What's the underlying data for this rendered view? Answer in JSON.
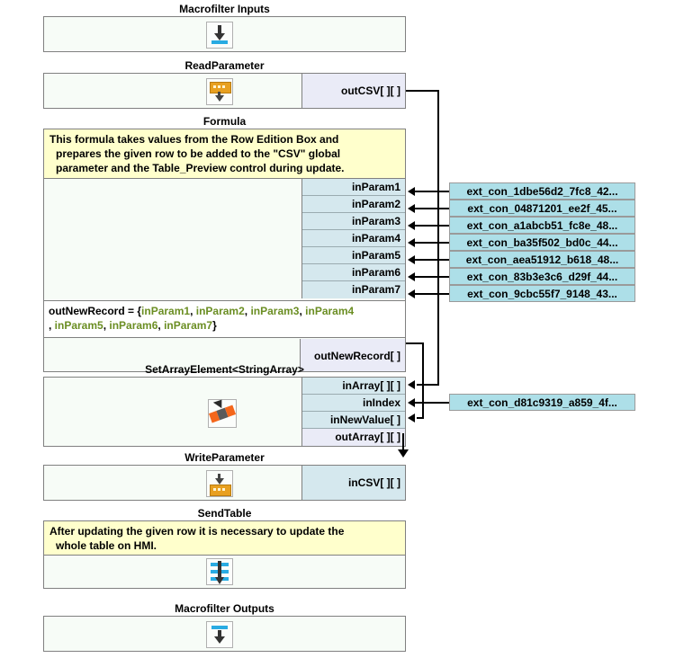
{
  "diagram": {
    "title": "Macrofilter program flow",
    "colors": {
      "input_port": "#d5e8ee",
      "output_port": "#eaebf7",
      "connector_chip": "#addfe8",
      "comment": "#ffffcc",
      "block_body": "#f7fcf7",
      "wire": "#000000",
      "param_text": "#6b8e23"
    }
  },
  "blocks": [
    {
      "id": "macrofilter-inputs",
      "title": "Macrofilter Inputs",
      "icon": "macrofilter-inputs-icon",
      "ports": []
    },
    {
      "id": "read-parameter",
      "title": "ReadParameter",
      "icon": "read-parameter-icon",
      "ports": [
        {
          "name": "outCSV[ ][ ]",
          "kind": "out"
        }
      ]
    },
    {
      "id": "formula",
      "title": "Formula",
      "icon": null,
      "comment": [
        "This formula takes values from the Row Edition Box and",
        "prepares the given row to be added to the \"CSV\" global",
        "parameter and the Table_Preview control during update."
      ],
      "ports": [
        {
          "name": "inParam1",
          "kind": "in"
        },
        {
          "name": "inParam2",
          "kind": "in"
        },
        {
          "name": "inParam3",
          "kind": "in"
        },
        {
          "name": "inParam4",
          "kind": "in"
        },
        {
          "name": "inParam5",
          "kind": "in"
        },
        {
          "name": "inParam6",
          "kind": "in"
        },
        {
          "name": "inParam7",
          "kind": "in"
        }
      ],
      "expression": {
        "lhs": "outNewRecord",
        "eq": " = {",
        "line1_params": [
          "inParam1",
          "inParam2",
          "inParam3",
          "inParam4"
        ],
        "line2_params": [
          "inParam5",
          "inParam6",
          "inParam7"
        ],
        "line2_prefix": ", ",
        "close": "}"
      },
      "out_ports": [
        {
          "name": "outNewRecord[ ]",
          "kind": "out"
        }
      ]
    },
    {
      "id": "set-array-element",
      "title": "SetArrayElement<StringArray>",
      "icon": "set-array-element-icon",
      "ports": [
        {
          "name": "inArray[ ][ ]",
          "kind": "in"
        },
        {
          "name": "inIndex",
          "kind": "in"
        },
        {
          "name": "inNewValue[ ]",
          "kind": "in"
        },
        {
          "name": "outArray[ ][ ]",
          "kind": "out"
        }
      ]
    },
    {
      "id": "write-parameter",
      "title": "WriteParameter",
      "icon": "write-parameter-icon",
      "ports": [
        {
          "name": "inCSV[ ][ ]",
          "kind": "in"
        }
      ]
    },
    {
      "id": "send-table",
      "title": "SendTable",
      "icon": "send-table-icon",
      "comment": [
        "After updating the given row it is necessary to update the",
        "whole table on HMI."
      ],
      "ports": []
    },
    {
      "id": "macrofilter-outputs",
      "title": "Macrofilter Outputs",
      "icon": "macrofilter-outputs-icon",
      "ports": []
    }
  ],
  "connectors": [
    {
      "id": "c1",
      "label": "ext_con_1dbe56d2_7fc8_42...",
      "target": "inParam1"
    },
    {
      "id": "c2",
      "label": "ext_con_04871201_ee2f_45...",
      "target": "inParam2"
    },
    {
      "id": "c3",
      "label": "ext_con_a1abcb51_fc8e_48...",
      "target": "inParam3"
    },
    {
      "id": "c4",
      "label": "ext_con_ba35f502_bd0c_44...",
      "target": "inParam4"
    },
    {
      "id": "c5",
      "label": "ext_con_aea51912_b618_48...",
      "target": "inParam5"
    },
    {
      "id": "c6",
      "label": "ext_con_83b3e3c6_d29f_44...",
      "target": "inParam6"
    },
    {
      "id": "c7",
      "label": "ext_con_9cbc55f7_9148_43...",
      "target": "inParam7"
    },
    {
      "id": "c8",
      "label": "ext_con_d81c9319_a859_4f...",
      "target": "inIndex"
    }
  ],
  "wires": [
    {
      "from": "ReadParameter.outCSV[ ][ ]",
      "to": "SetArrayElement.inArray[ ][ ]"
    },
    {
      "from": "Formula.outNewRecord[ ]",
      "to": "SetArrayElement.inNewValue[ ]"
    },
    {
      "from": "SetArrayElement.outArray[ ][ ]",
      "to": "WriteParameter.inCSV[ ][ ]"
    }
  ]
}
